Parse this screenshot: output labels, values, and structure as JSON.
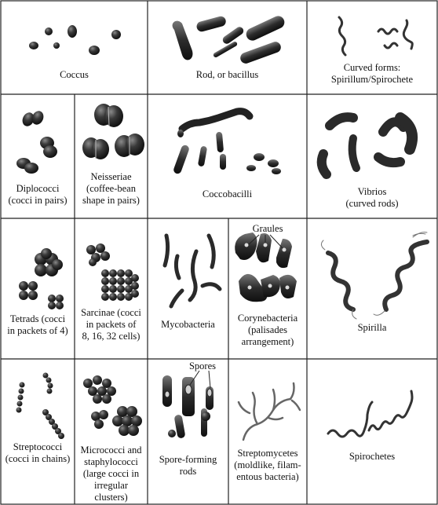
{
  "cells": {
    "coccus": {
      "label": "Coccus"
    },
    "rod": {
      "label": "Rod, or bacillus"
    },
    "curved": {
      "line1": "Curved forms:",
      "line2": "Spirillum/Spirochete"
    },
    "diplococci": {
      "line1": "Diplococci",
      "line2": "(cocci in pairs)"
    },
    "neisseriae": {
      "line1": "Neisseriae",
      "line2": "(coffee-bean",
      "line3": "shape in pairs)"
    },
    "coccobacilli": {
      "label": "Coccobacilli"
    },
    "vibrios": {
      "line1": "Vibrios",
      "line2": "(curved rods)"
    },
    "tetrads": {
      "line1": "Tetrads (cocci",
      "line2": "in packets of 4)"
    },
    "sarcinae": {
      "line1": "Sarcinae (cocci",
      "line2": "in packets of",
      "line3": "8, 16, 32 cells)"
    },
    "mycobacteria": {
      "label": "Mycobacteria"
    },
    "corynebacteria": {
      "title": "Graules",
      "line1": "Corynebacteria",
      "line2": "(palisades",
      "line3": "arrangement)"
    },
    "spirilla": {
      "label": "Spirilla"
    },
    "streptococci": {
      "line1": "Streptococci",
      "line2": "(cocci in chains)"
    },
    "micrococci": {
      "line1": "Micrococci and",
      "line2": "staphylococci",
      "line3": "(large cocci in",
      "line4": "irregular",
      "line5": "clusters)"
    },
    "spore_forming": {
      "title": "Spores",
      "line1": "Spore-forming",
      "line2": "rods"
    },
    "streptomycetes": {
      "line1": "Streptomycetes",
      "line2": "(moldlike, filam-",
      "line3": "entous bacteria)"
    },
    "spirochetes": {
      "label": "Spirochetes"
    }
  }
}
